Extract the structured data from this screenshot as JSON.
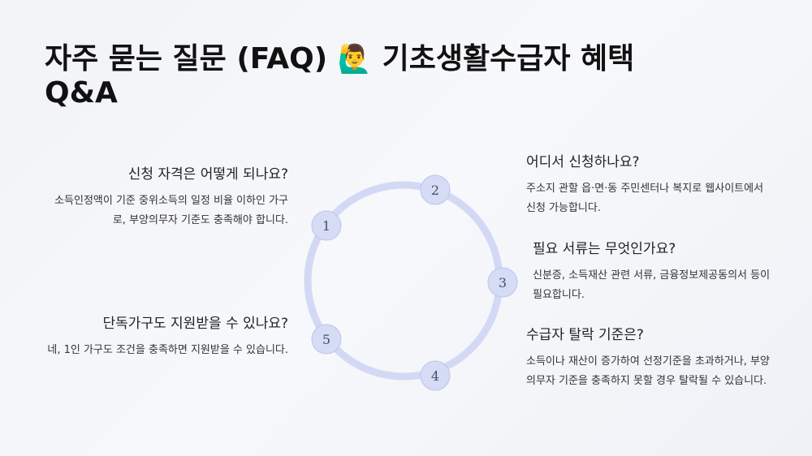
{
  "title": {
    "line1": "자주 묻는 질문 (FAQ)",
    "emoji": "🙋‍♂️",
    "line1b": "기초생활수급자 혜택",
    "line2": "Q&A"
  },
  "nodes": [
    "1",
    "2",
    "3",
    "4",
    "5"
  ],
  "faqs": [
    {
      "q": "신청 자격은 어떻게 되나요?",
      "a": "소득인정액이 기준 중위소득의 일정 비율 이하인 가구로, 부양의무자 기준도 충족해야 합니다."
    },
    {
      "q": "어디서 신청하나요?",
      "a": "주소지 관할 읍·면·동 주민센터나 복지로 웹사이트에서 신청 가능합니다."
    },
    {
      "q": "필요 서류는 무엇인가요?",
      "a": "신분증, 소득재산 관련 서류, 금융정보제공동의서 등이 필요합니다."
    },
    {
      "q": "수급자 탈락 기준은?",
      "a": "소득이나 재산이 증가하여 선정기준을 초과하거나, 부양의무자 기준을 충족하지 못할 경우 탈락될 수 있습니다."
    },
    {
      "q": "단독가구도 지원받을 수 있나요?",
      "a": "네, 1인 가구도 조건을 충족하면 지원받을 수 있습니다."
    }
  ],
  "colors": {
    "ring": "#d3d9f5",
    "node_fill": "#d6dcf5",
    "node_stroke": "#bcc5ea"
  }
}
